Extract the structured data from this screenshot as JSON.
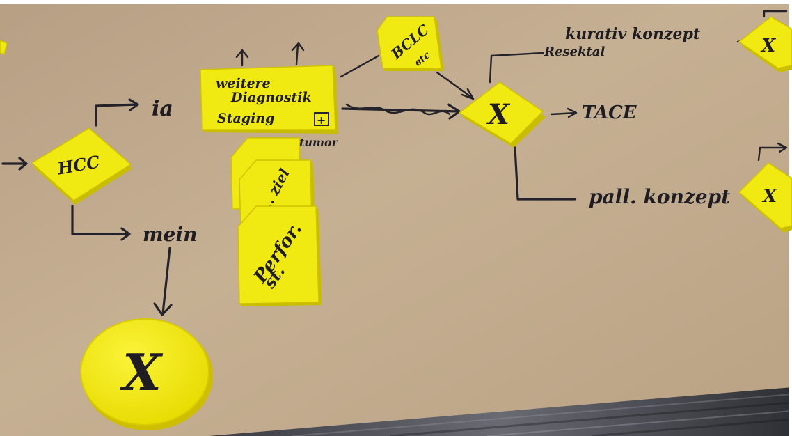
{
  "photo": {
    "paper_color": "#c3ac8f",
    "tile_color": "#f1ea12",
    "ink_color": "#24222a",
    "carpet_color": "#4a4a52"
  },
  "labels": {
    "hcc": "HCC",
    "ia": "ia",
    "mein": "mein",
    "weitere": "weitere",
    "diagnostik": "Diagnostik",
    "staging": "Staging",
    "box_mark": "+",
    "tumor": "tumor",
    "bclc": "BCLC",
    "bclc_sub": "etc",
    "reached": "Resektal",
    "kurativ": "kurativ konzept",
    "tace": "TACE",
    "palliativ": "pall. konzept",
    "card_back": "... ziel",
    "card_front_1": "Perfor.",
    "card_front_2": "st."
  },
  "gateways": {
    "xor_center": "X",
    "xor_circle": "X",
    "xor_top_right": "X",
    "xor_mid_right": "X"
  }
}
